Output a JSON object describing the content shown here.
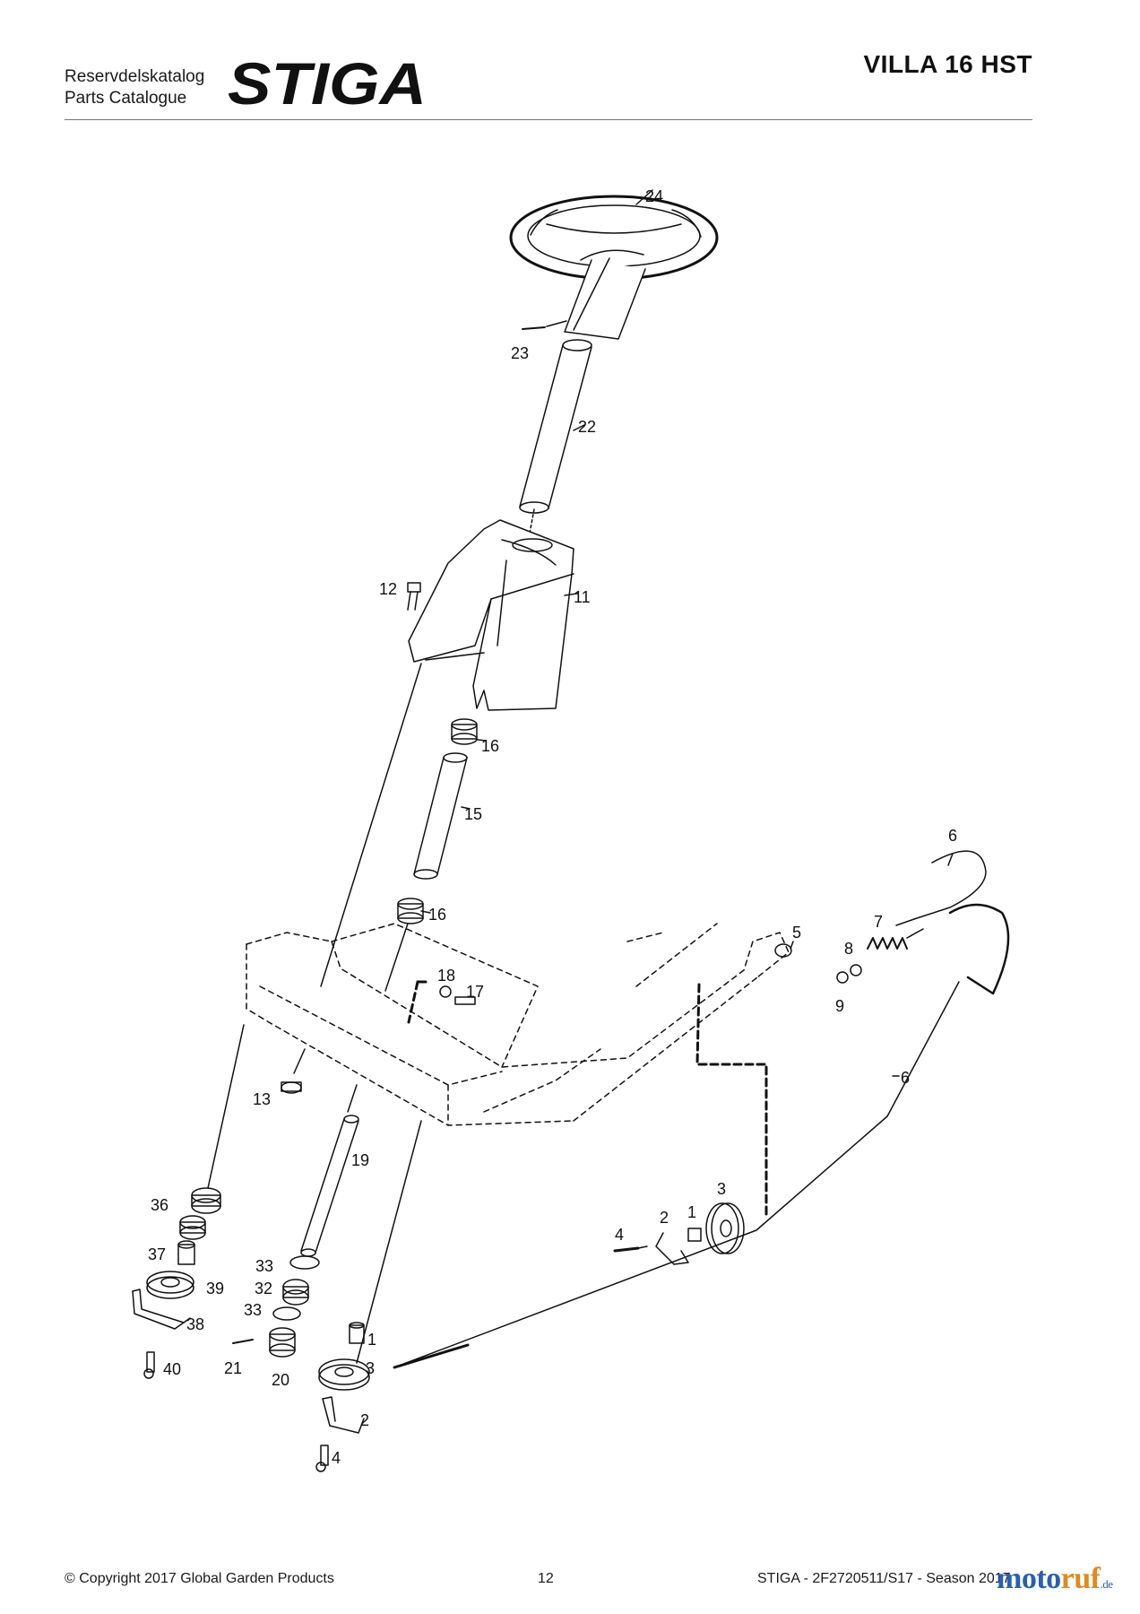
{
  "header": {
    "catalog_line1": "Reservdelskatalog",
    "catalog_line2": "Parts Catalogue",
    "brand": "STIGA",
    "model": "VILLA 16 HST"
  },
  "callouts": [
    {
      "id": "c24",
      "text": "24"
    },
    {
      "id": "c23",
      "text": "23"
    },
    {
      "id": "c22",
      "text": "22"
    },
    {
      "id": "c12",
      "text": "12"
    },
    {
      "id": "c11",
      "text": "11"
    },
    {
      "id": "c16a",
      "text": "16"
    },
    {
      "id": "c15",
      "text": "15"
    },
    {
      "id": "c16b",
      "text": "16"
    },
    {
      "id": "c18",
      "text": "18"
    },
    {
      "id": "c17",
      "text": "17"
    },
    {
      "id": "c6a",
      "text": "6"
    },
    {
      "id": "c7",
      "text": "7"
    },
    {
      "id": "c5",
      "text": "5"
    },
    {
      "id": "c8",
      "text": "8"
    },
    {
      "id": "c9",
      "text": "9"
    },
    {
      "id": "c6b",
      "text": "6"
    },
    {
      "id": "c13",
      "text": "13"
    },
    {
      "id": "c19",
      "text": "19"
    },
    {
      "id": "c36",
      "text": "36"
    },
    {
      "id": "c37",
      "text": "37"
    },
    {
      "id": "c39",
      "text": "39"
    },
    {
      "id": "c38",
      "text": "38"
    },
    {
      "id": "c40",
      "text": "40"
    },
    {
      "id": "c33a",
      "text": "33"
    },
    {
      "id": "c32",
      "text": "32"
    },
    {
      "id": "c33b",
      "text": "33"
    },
    {
      "id": "c21",
      "text": "21"
    },
    {
      "id": "c20",
      "text": "20"
    },
    {
      "id": "c1a",
      "text": "1"
    },
    {
      "id": "c3a",
      "text": "3"
    },
    {
      "id": "c2a",
      "text": "2"
    },
    {
      "id": "c4a",
      "text": "4"
    },
    {
      "id": "c4b",
      "text": "4"
    },
    {
      "id": "c2b",
      "text": "2"
    },
    {
      "id": "c1b",
      "text": "1"
    },
    {
      "id": "c3b",
      "text": "3"
    }
  ],
  "footer": {
    "copyright": "© Copyright 2017 Global Garden Products",
    "page_number": "12",
    "doc_ref": "STIGA - 2F2720511/S17 - Season 2017"
  },
  "watermark": {
    "part1": "moto",
    "part2": "ruf",
    "tld": ".de"
  }
}
